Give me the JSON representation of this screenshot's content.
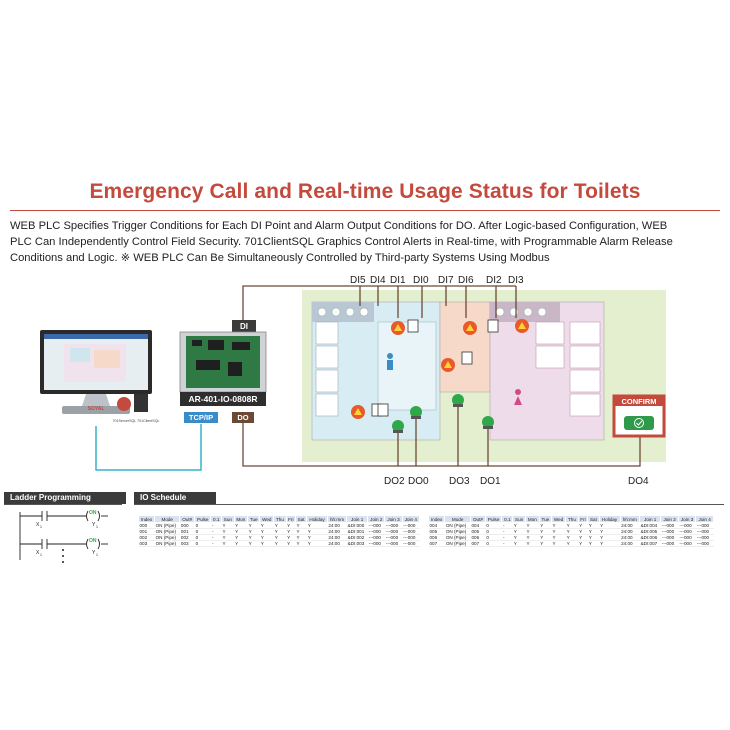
{
  "title": "Emergency Call and Real-time Usage Status for Toilets",
  "description": [
    "WEB PLC Specifies Trigger Conditions for Each DI Point and Alarm Output Conditions for DO. After Logic-based Configuration, WEB",
    "PLC Can Independently Control Field Security. 701ClientSQL Graphics Control Alerts in Real-time, with Programmable Alarm Release",
    "Conditions and Logic. ※ WEB PLC Can Be Simultaneously Controlled by Third-party Systems Using Modbus"
  ],
  "di_labels": [
    "DI5",
    "DI4",
    "DI1",
    "DI0",
    "DI7",
    "DI6",
    "DI2",
    "DI3"
  ],
  "do_labels": [
    "DO2",
    "DO0",
    "DO3",
    "DO1",
    "DO4"
  ],
  "device": {
    "name": "AR-401-IO-0808R",
    "di_tag": "DI",
    "do_tag": "DO",
    "tcp_tag": "TCP/IP"
  },
  "monitor": {
    "brand": "SOYAL",
    "caption": "701ServerSQL  701ClientSQL"
  },
  "confirm_label": "CONFIRM",
  "ladder": {
    "header": "Ladder Programming",
    "on_label": "ON",
    "x_label": "X",
    "y_label": "Y",
    "sub": "1"
  },
  "io_schedule": {
    "header": "IO Schedule",
    "columns": [
      "Index",
      "Mode",
      "Out#",
      "Pulse",
      "0.1",
      "Sun",
      "Mon",
      "Tue",
      "Wed",
      "Thu",
      "Fri",
      "Sat",
      "Holiday",
      "hh:mm",
      "Join 1",
      "Join 2",
      "Join 3",
      "Join 4"
    ],
    "left_rows": [
      [
        "000",
        "ON (Pipe)",
        "000",
        "0",
        "-",
        "Y",
        "Y",
        "Y",
        "Y",
        "Y",
        "Y",
        "Y",
        "Y",
        "24:00",
        "&DI:000",
        "---000",
        "---000",
        "---000"
      ],
      [
        "001",
        "ON (Pipe)",
        "001",
        "0",
        "-",
        "Y",
        "Y",
        "Y",
        "Y",
        "Y",
        "Y",
        "Y",
        "Y",
        "24:00",
        "&DI:001",
        "---000",
        "---000",
        "---000"
      ],
      [
        "002",
        "ON (Pipe)",
        "002",
        "0",
        "-",
        "Y",
        "Y",
        "Y",
        "Y",
        "Y",
        "Y",
        "Y",
        "Y",
        "24:00",
        "&DI:002",
        "---000",
        "---000",
        "---000"
      ],
      [
        "003",
        "ON (Pipe)",
        "003",
        "0",
        "-",
        "Y",
        "Y",
        "Y",
        "Y",
        "Y",
        "Y",
        "Y",
        "Y",
        "24:00",
        "&DI:003",
        "---000",
        "---000",
        "---000"
      ]
    ],
    "right_rows": [
      [
        "004",
        "ON (Pipe)",
        "004",
        "0",
        "-",
        "Y",
        "Y",
        "Y",
        "Y",
        "Y",
        "Y",
        "Y",
        "Y",
        "24:00",
        "&DI:004",
        "---000",
        "---000",
        "---000"
      ],
      [
        "005",
        "ON (Pipe)",
        "005",
        "0",
        "-",
        "Y",
        "Y",
        "Y",
        "Y",
        "Y",
        "Y",
        "Y",
        "Y",
        "24:00",
        "&DI:005",
        "---000",
        "---000",
        "---000"
      ],
      [
        "006",
        "ON (Pipe)",
        "006",
        "0",
        "-",
        "Y",
        "Y",
        "Y",
        "Y",
        "Y",
        "Y",
        "Y",
        "Y",
        "24:00",
        "&DI:006",
        "---000",
        "---000",
        "---000"
      ],
      [
        "007",
        "ON (Pipe)",
        "007",
        "0",
        "-",
        "Y",
        "Y",
        "Y",
        "Y",
        "Y",
        "Y",
        "Y",
        "Y",
        "24:00",
        "&DI:007",
        "---000",
        "---000",
        "---000"
      ]
    ]
  },
  "colors": {
    "accent": "#c44a3e",
    "wire": "#6b4a35",
    "link": "#38b3c9",
    "mens": "#d8edf3",
    "womens": "#efdcea",
    "pantry": "#f6d9c8",
    "floor": "#e4efcf",
    "blue_tag": "#3a8cc8",
    "dark_tag": "#3b3b3b"
  }
}
